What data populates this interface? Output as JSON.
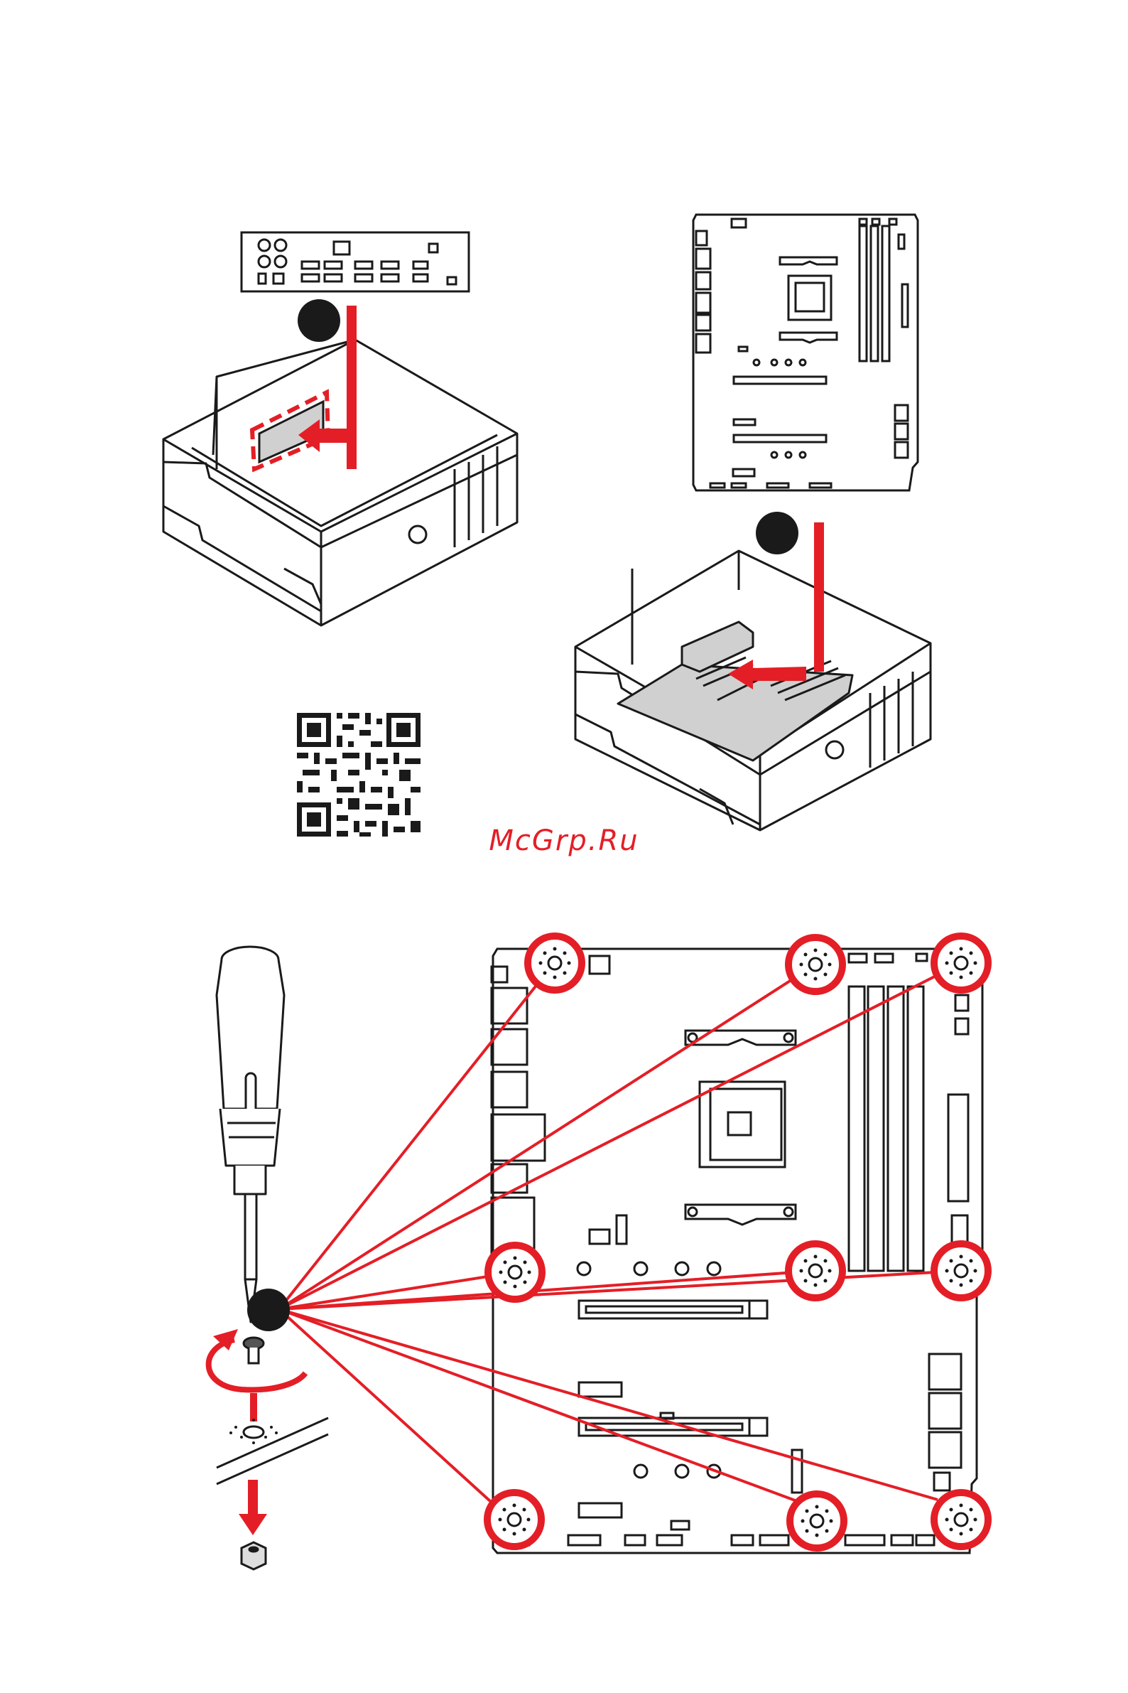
{
  "watermark": {
    "text": "McGrp.Ru"
  },
  "colors": {
    "accent_red": "#e41e26",
    "line": "#1a1a1a",
    "fill_gray": "#d0d0d0",
    "background": "#ffffff"
  },
  "icons": {
    "step_badge": "black-circle",
    "arrow": "red-arrow",
    "screw": "screw-icon",
    "standoff": "standoff-icon",
    "screwdriver": "screwdriver-icon",
    "qr_code": "qr-code"
  }
}
